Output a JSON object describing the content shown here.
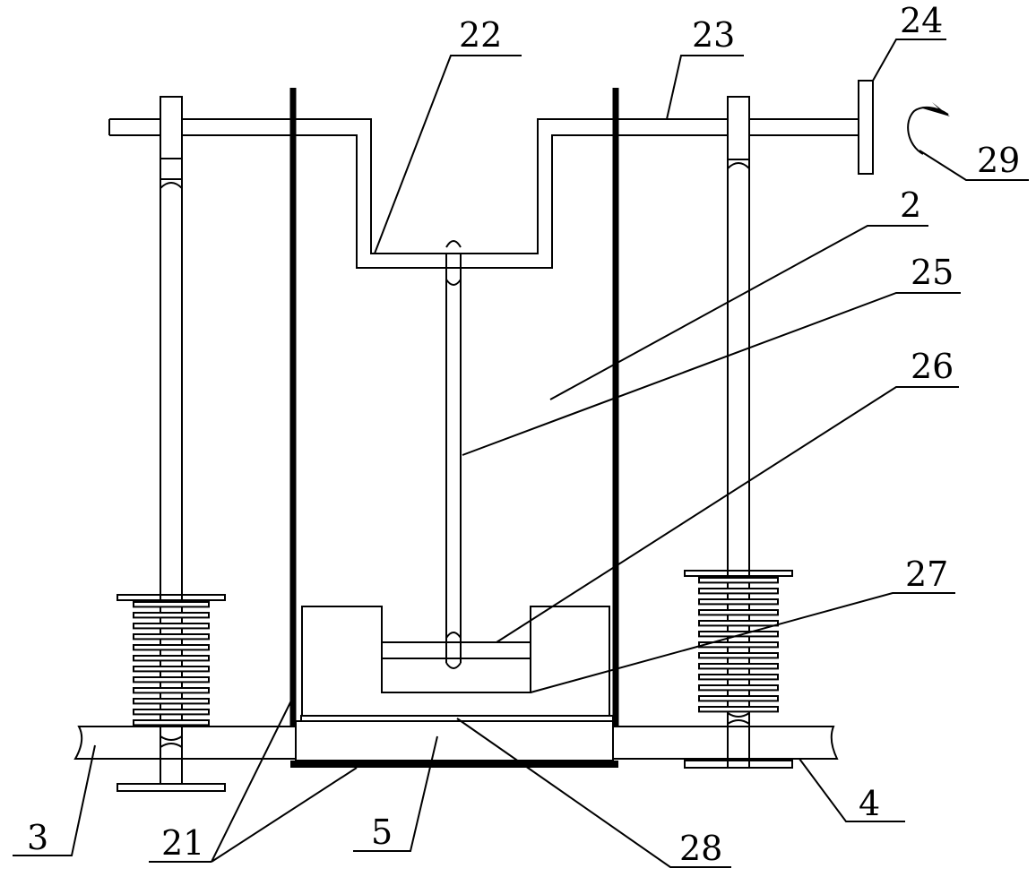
{
  "diagram": {
    "labels": {
      "l22": "22",
      "l23": "23",
      "l24": "24",
      "l29": "29",
      "l2": "2",
      "l25": "25",
      "l26": "26",
      "l27": "27",
      "l3": "3",
      "l21": "21",
      "l5": "5",
      "l28": "28",
      "l4": "4"
    },
    "colors": {
      "line": "#000000",
      "background": "#ffffff"
    }
  }
}
